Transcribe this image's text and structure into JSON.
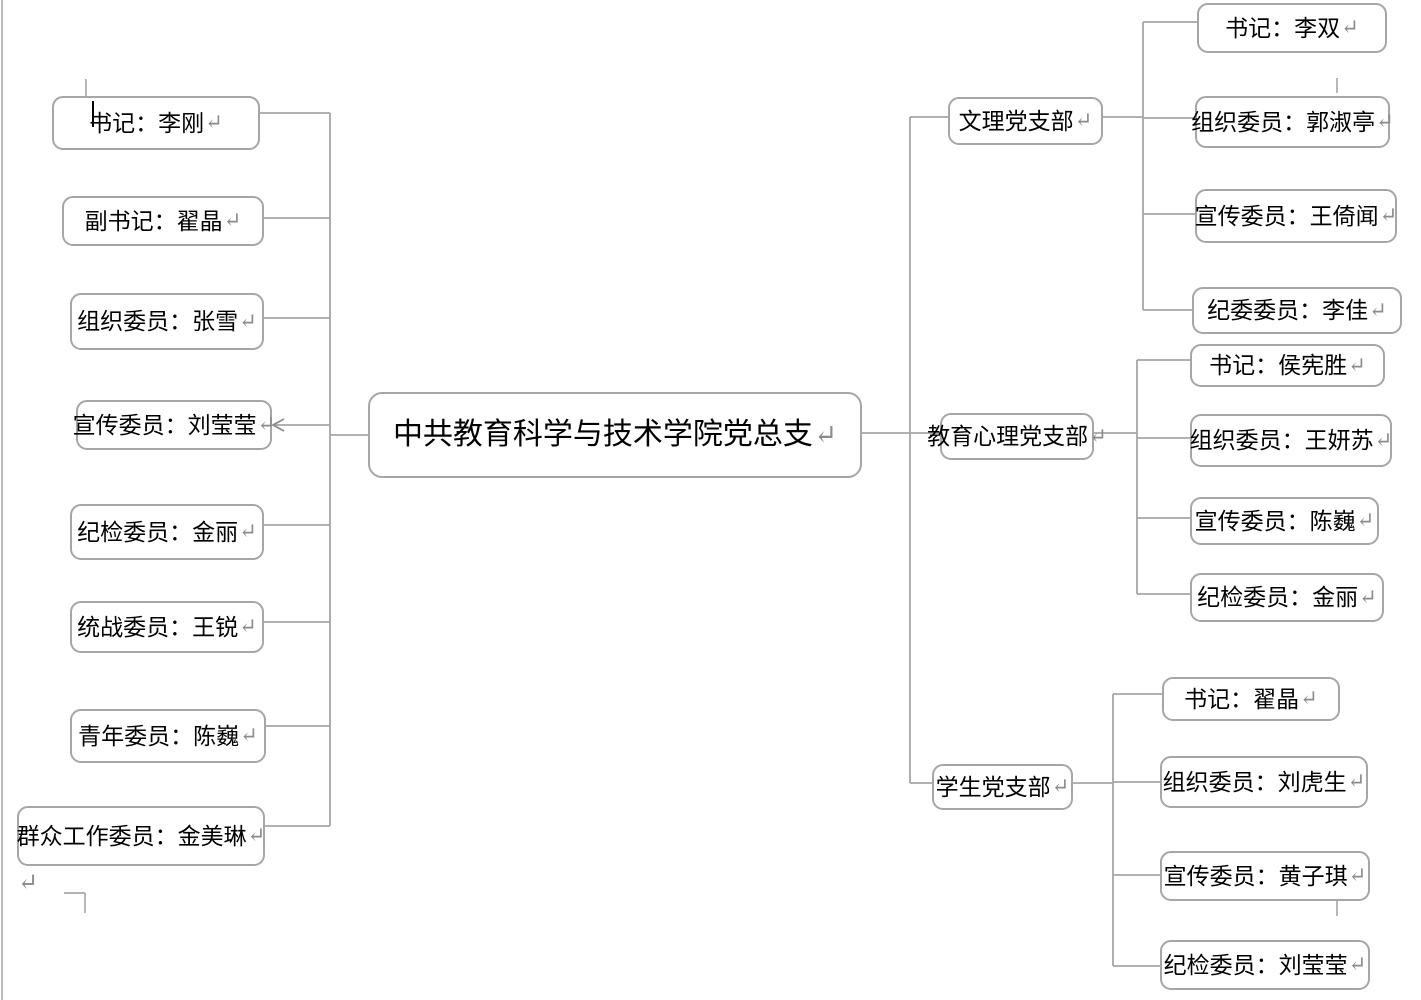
{
  "page": {
    "background": "#ffffff",
    "box_border_color": "#a6a6a6",
    "line_color": "#a6a6a6",
    "text_color": "#000000",
    "mark_color": "#8c8c8c",
    "paragraph_mark": "↵"
  },
  "chart": {
    "root": {
      "label": "中共教育科学与技术学院党总支"
    },
    "left_members": [
      {
        "label": "书记：李刚"
      },
      {
        "label": "副书记：翟晶"
      },
      {
        "label": "组织委员：张雪"
      },
      {
        "label": "宣传委员：刘莹莹"
      },
      {
        "label": "纪检委员：金丽"
      },
      {
        "label": "统战委员：王锐"
      },
      {
        "label": "青年委员：陈巍"
      },
      {
        "label": "群众工作委员：金美琳"
      }
    ],
    "branches": [
      {
        "label": "文理党支部",
        "members": [
          "书记：李双",
          "组织委员：郭淑亭",
          "宣传委员：王倚闻",
          "纪委委员：李佳"
        ]
      },
      {
        "label": "教育心理党支部",
        "members": [
          "书记：侯宪胜",
          "组织委员：王妍苏",
          "宣传委员：陈巍",
          "纪检委员：金丽"
        ]
      },
      {
        "label": "学生党支部",
        "members": [
          "书记：翟晶",
          "组织委员：刘虎生",
          "宣传委员：黄子琪",
          "纪检委员：刘莹莹"
        ]
      }
    ]
  }
}
